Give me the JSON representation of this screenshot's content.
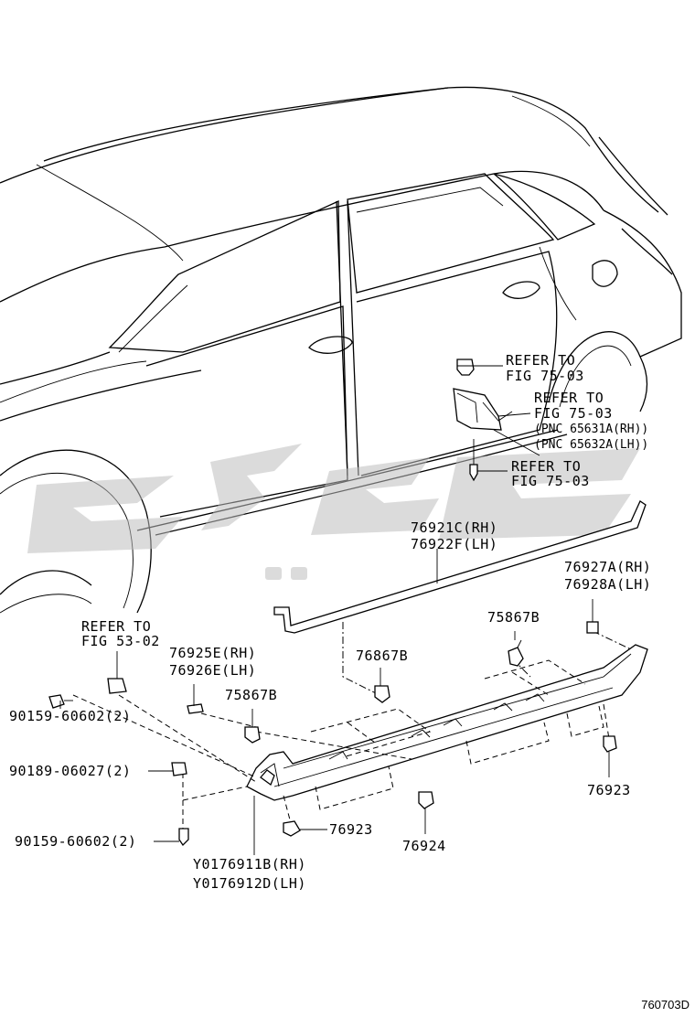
{
  "labels": {
    "refer_top_1": "REFER TO",
    "refer_top_2": "FIG 75-03",
    "refer_mid_1": "REFER TO",
    "refer_mid_2": "FIG 75-03",
    "pnc_rh": "(PNC 65631A(RH))",
    "pnc_lh": "(PNC 65632A(LH))",
    "refer_low_1": "REFER TO",
    "refer_low_2": "FIG 75-03",
    "molding_rh": "76921C(RH)",
    "molding_lh": "76922F(LH)",
    "pad_rh": "76927A(RH)",
    "pad_lh": "76928A(LH)",
    "refer_53_1": "REFER TO",
    "refer_53_2": "FIG 53-02",
    "clip_rh": "76925E(RH)",
    "clip_lh": "76926E(LH)",
    "clip_75867b_a": "75867B",
    "clip_75867b_b": "75867B",
    "clip_76867b": "76867B",
    "screw_90159_a": "90159-60602(2)",
    "screw_90189": "90189-06027(2)",
    "screw_90159_b": "90159-60602(2)",
    "clip_76923_a": "76923",
    "clip_76923_b": "76923",
    "clip_76924": "76924",
    "sill_rh": "Y0176911B(RH)",
    "sill_lh": "Y0176912D(LH)",
    "figure_id": "760703D"
  },
  "icons": [
    "clip-icon",
    "screw-icon",
    "bracket-icon",
    "pad-icon"
  ],
  "colors": {
    "line": "#000000",
    "watermark": "#bdbdbd",
    "background": "#ffffff"
  }
}
